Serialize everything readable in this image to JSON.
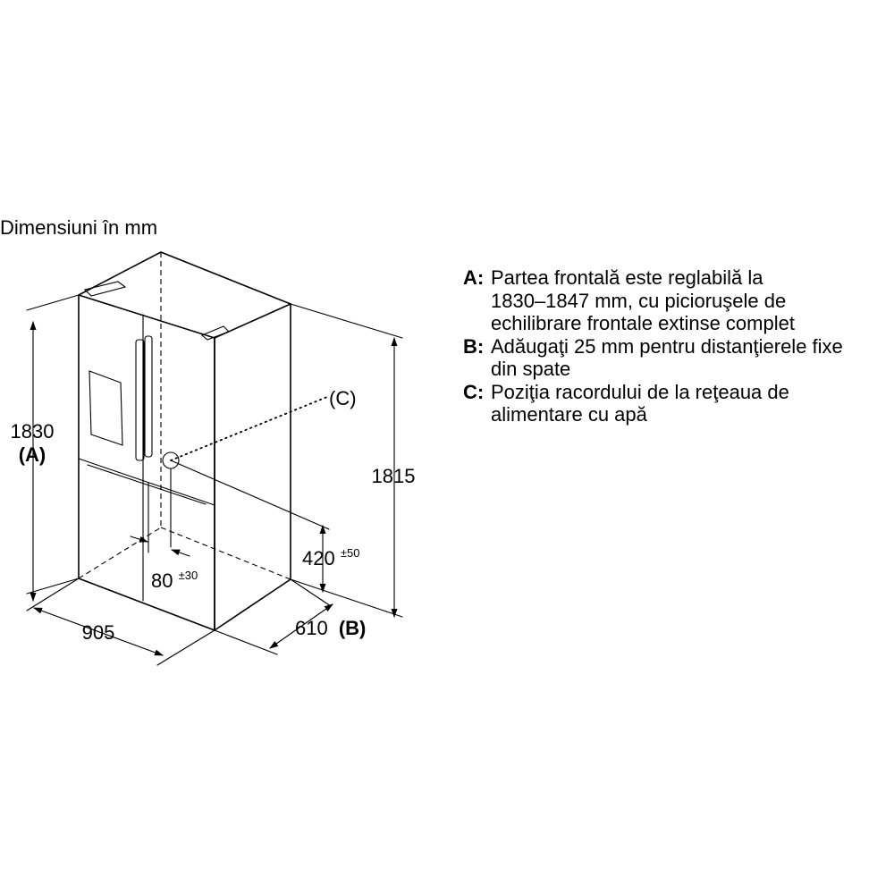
{
  "caption": "Dimensiuni în mm",
  "dimensions": {
    "height_total": "1830",
    "height_total_ref": "(A)",
    "height_back": "1815",
    "width": "905",
    "depth": "610 (B)",
    "depth_value": "610",
    "depth_ref": "(B)",
    "connection_height": "420",
    "connection_height_tolerance": "±50",
    "connection_offset": "80",
    "connection_offset_tolerance": "±30",
    "connection_ref": "(C)"
  },
  "legend": [
    {
      "key": "A:",
      "text": "Partea frontală este reglabilă la\n1830–1847 mm, cu picioruşele de\nechilibrare frontale extinse complet"
    },
    {
      "key": "B:",
      "text": "Adăugaţi 25 mm pentru distanţierele fixe\ndin spate"
    },
    {
      "key": "C:",
      "text": "Poziţia racordului de la reţeaua de\nalimentare cu apă"
    }
  ]
}
